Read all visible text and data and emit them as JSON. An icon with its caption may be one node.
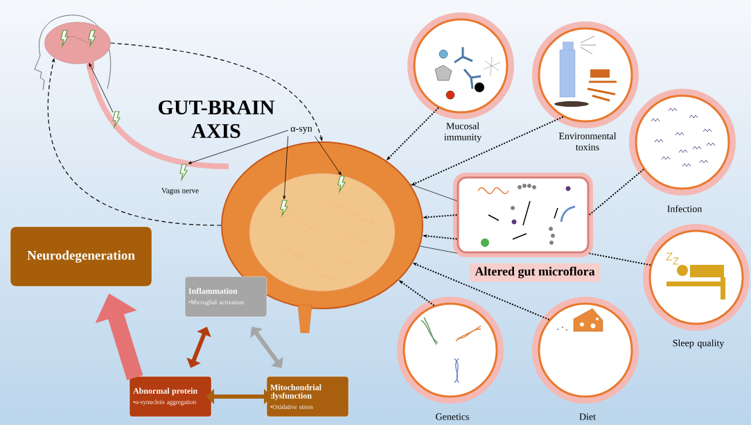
{
  "diagram": {
    "title": "GUT-BRAIN AXIS",
    "nodes": [
      {
        "text": [],
        "shape": "picture"
      },
      {
        "text": [],
        "shape": "picture"
      },
      {
        "text": [
          "α-syn"
        ]
      },
      {
        "text": [],
        "shape": "picture",
        "beside": [
          "Vagus nerve"
        ]
      },
      {
        "text": [
          "Mucosal immunity"
        ]
      },
      {
        "text": [
          "Environmental toxins"
        ]
      },
      {
        "text": [
          "Infection"
        ]
      },
      {
        "text": [
          "Altered gut microflora"
        ]
      },
      {
        "text": [
          "Sleep quality"
        ]
      },
      {
        "text": [
          "Genetics"
        ]
      },
      {
        "text": [
          "Diet"
        ]
      },
      {
        "text": [
          "Neurodegeneration"
        ]
      },
      {
        "text": [
          "Inflammation",
          "•Microglial activation"
        ]
      },
      {
        "text": [
          "Abnormal protein",
          "•α-synuclein aggregation"
        ]
      },
      {
        "text": [
          "Mitochondrial dysfunction",
          "•Oxidative stress"
        ]
      },
      {
        "text": [],
        "shape": "picture",
        "in": 1
      },
      {
        "text": [],
        "shape": "picture",
        "in": 1
      }
    ],
    "edges": [
      {
        "from": 2,
        "to": 3,
        "arrow": "to"
      },
      {
        "from": 2,
        "to": 15,
        "arrow": "to"
      },
      {
        "from": 2,
        "to": 16,
        "arrow": "to"
      },
      {
        "from": null,
        "to": 0,
        "arrow": "to"
      },
      {
        "from": 0,
        "to": 1,
        "arrow": "to",
        "style": "dashed"
      },
      {
        "from": 1,
        "to": 0,
        "arrow": "to",
        "style": "dashed"
      },
      {
        "from": 4,
        "to": 1,
        "arrow": "to",
        "style": "dashed"
      },
      {
        "from": 5,
        "to": 1,
        "arrow": "to",
        "style": "dashed"
      },
      {
        "from": 7,
        "to": 1,
        "arrow": "to",
        "style": "dashed"
      },
      {
        "from": 7,
        "to": 1,
        "arrow": "to",
        "style": "dashed"
      },
      {
        "from": 7,
        "to": 1,
        "arrow": "none"
      },
      {
        "from": 7,
        "to": 1,
        "arrow": "none"
      },
      {
        "from": 6,
        "to": 7,
        "arrow": "none",
        "style": "dashed"
      },
      {
        "from": 8,
        "to": 7,
        "arrow": "none",
        "style": "dashed"
      },
      {
        "from": 9,
        "to": 1,
        "arrow": "to",
        "style": "dashed"
      },
      {
        "from": 10,
        "to": 1,
        "arrow": "to",
        "style": "dashed"
      },
      {
        "from": 13,
        "to": 11,
        "arrow": "to",
        "style": "thick",
        "color": "#e57373"
      },
      {
        "from": 12,
        "to": 13,
        "arrow": "both",
        "style": "thick",
        "color": "#b33c10"
      },
      {
        "from": 12,
        "to": 14,
        "arrow": "both",
        "style": "thick",
        "color": "#a6a6a6"
      },
      {
        "from": 13,
        "to": 14,
        "arrow": "both",
        "style": "thick",
        "color": "#a8600f"
      }
    ]
  }
}
